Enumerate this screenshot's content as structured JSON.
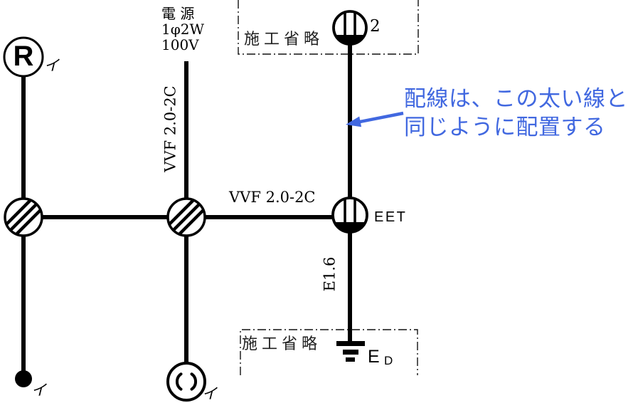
{
  "colors": {
    "line": "#000000",
    "annotation_blue": "#4168E0",
    "muted_text": "#1f1f1f"
  },
  "power_source": {
    "line1": "電 源",
    "line2": "1φ2W",
    "line3": "100V"
  },
  "cables": {
    "vertical_label": "VVF 2.0-2C",
    "horizontal_label": "VVF 2.0-2C",
    "earth_cable_label": "E1.6"
  },
  "devices": {
    "relay_letter": "R",
    "relay_branch": "イ",
    "switch_branch": "イ",
    "ceiling_branch": "イ",
    "outlet_top_count": "2",
    "outlet_right_label": "EET",
    "earth_electrode_main": "E",
    "earth_electrode_sub": "D"
  },
  "boxes": {
    "omission_top": "施工省略",
    "omission_bottom": "施工省略"
  },
  "annotation": {
    "line1": "配線は、この太い線と",
    "line2": "同じように配置する"
  },
  "symbols": {
    "junction_box": "hatched-circle",
    "outlet": "circle-two-bars-filled-bottom",
    "ceiling_receptacle": "circle-with-inner-arcs",
    "switch": "filled-dot",
    "earth_electrode": "three-bar-ground"
  }
}
